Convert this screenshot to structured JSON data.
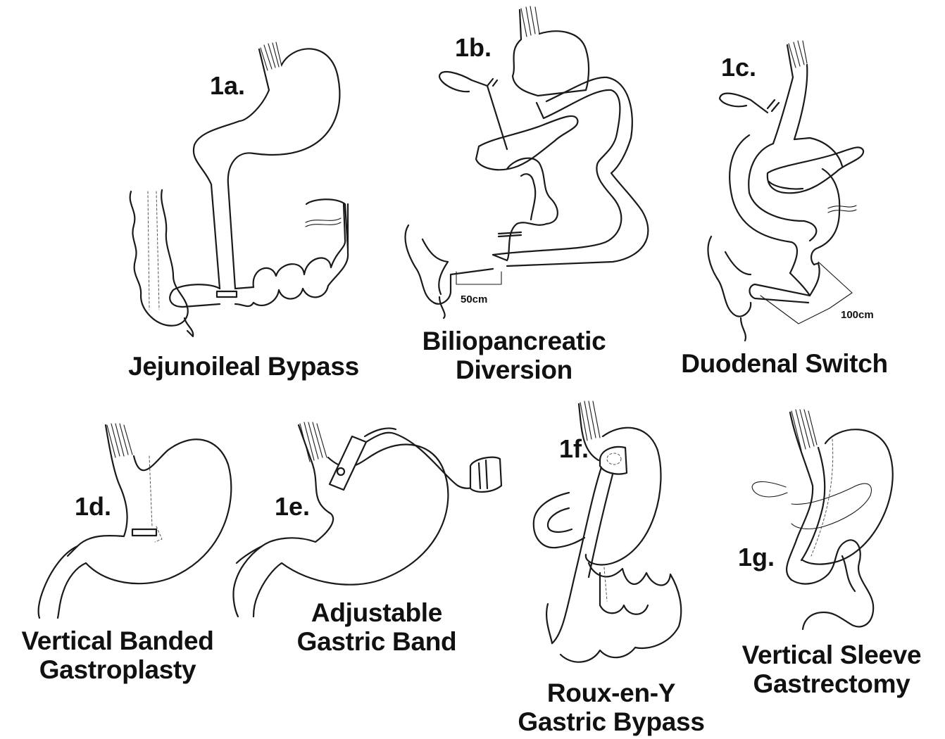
{
  "panels": [
    {
      "tag": "1a.",
      "name": "Jejunoileal Bypass"
    },
    {
      "tag": "1b.",
      "name_line1": "Biliopancreatic",
      "name_line2": "Diversion",
      "measure": "50cm"
    },
    {
      "tag": "1c.",
      "name": "Duodenal Switch",
      "measure": "100cm"
    },
    {
      "tag": "1d.",
      "name_line1": "Vertical Banded",
      "name_line2": "Gastroplasty"
    },
    {
      "tag": "1e.",
      "name_line1": "Adjustable",
      "name_line2": "Gastric Band"
    },
    {
      "tag": "1f.",
      "name_line1": "Roux-en-Y",
      "name_line2": "Gastric Bypass"
    },
    {
      "tag": "1g.",
      "name_line1": "Vertical Sleeve",
      "name_line2": "Gastrectomy"
    }
  ]
}
